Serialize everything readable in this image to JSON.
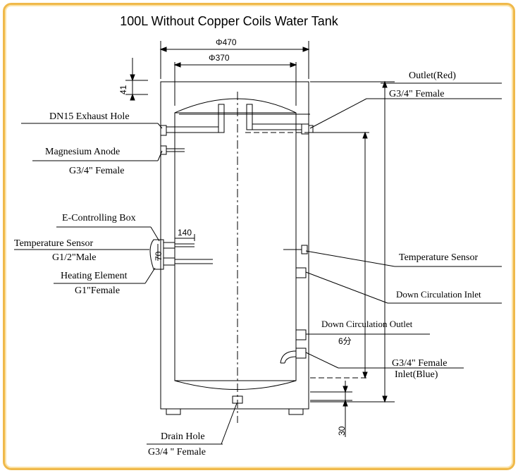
{
  "title": "100L Without Copper Coils Water Tank",
  "dimensions": {
    "outer_diameter": "Φ470",
    "inner_diameter": "Φ370",
    "top_gap": "41",
    "element_len": "140",
    "element_gap": "70",
    "bottom_gap": "30",
    "outlet_size": "6分"
  },
  "labels": {
    "outlet_red": "Outlet(Red)",
    "outlet_spec": "G3/4\" Female",
    "exhaust_hole": "DN15 Exhaust Hole",
    "magnesium_anode": "Magnesium Anode",
    "magnesium_spec": "G3/4\"  Female",
    "e_box": "E-Controlling Box",
    "temp_sensor_left": "Temperature Sensor",
    "temp_sensor_left_spec": "G1/2\"Male",
    "heating_element": "Heating Element",
    "heating_spec": "G1\"Female",
    "temp_sensor_right": "Temperature Sensor",
    "down_circ_inlet": "Down Circulation Inlet",
    "down_circ_outlet": "Down Circulation Outlet",
    "inlet_spec": "G3/4\" Female",
    "inlet_blue": "Inlet(Blue)",
    "drain_hole": "Drain Hole",
    "drain_spec": "G3/4 \" Female"
  }
}
